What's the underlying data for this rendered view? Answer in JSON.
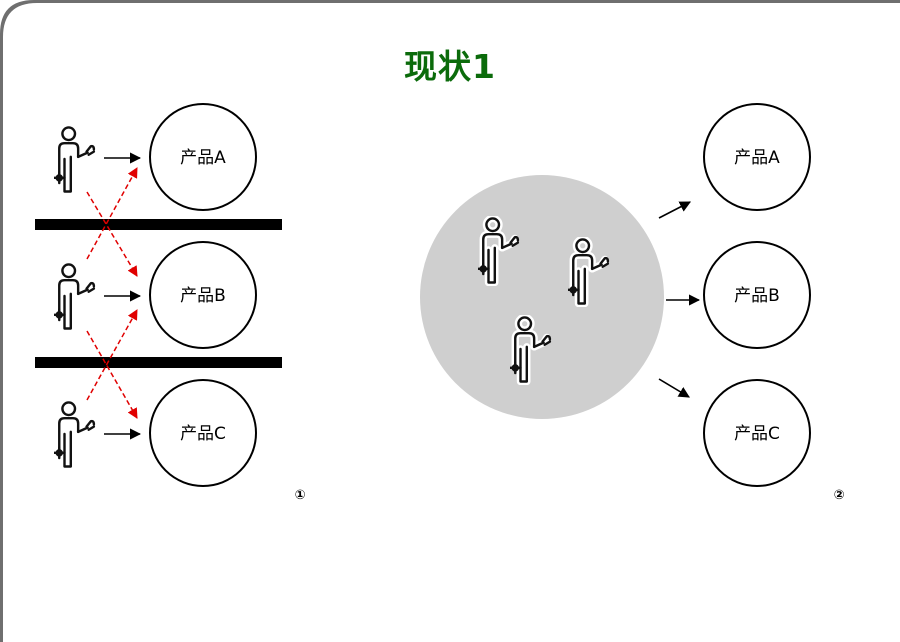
{
  "slide": {
    "title": "现状1",
    "title_color": "#0b6b0b"
  },
  "left_panel": {
    "marker": "①",
    "products": [
      {
        "label": "产品A"
      },
      {
        "label": "产品B"
      },
      {
        "label": "产品C"
      }
    ],
    "workers": [
      {
        "icon": "worker-with-wrench-icon"
      },
      {
        "icon": "worker-with-wrench-icon"
      },
      {
        "icon": "worker-with-wrench-icon"
      }
    ],
    "direct_arrow_color": "#000000",
    "cross_arrow_color": "#e00000",
    "divider_color": "#000000"
  },
  "right_panel": {
    "marker": "②",
    "pool_color": "#cfcfcf",
    "workers": [
      {
        "icon": "worker-with-wrench-icon"
      },
      {
        "icon": "worker-with-wrench-icon"
      },
      {
        "icon": "worker-with-wrench-icon"
      }
    ],
    "products": [
      {
        "label": "产品A"
      },
      {
        "label": "产品B"
      },
      {
        "label": "产品C"
      }
    ]
  }
}
